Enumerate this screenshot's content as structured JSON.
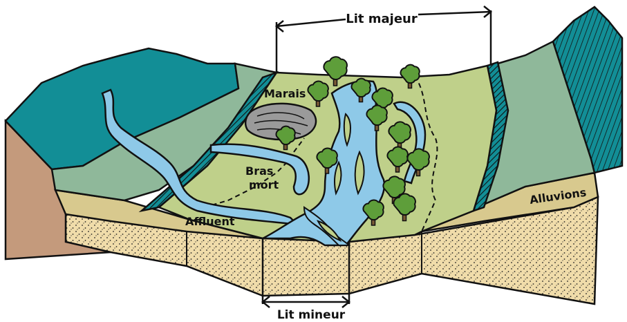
{
  "labels": {
    "lit_majeur": "Lit majeur",
    "lit_mineur": "Lit mineur",
    "marais": "Marais",
    "bras_mort_line1": "Bras",
    "bras_mort_line2": "mort",
    "affluent": "Affluent",
    "alluvions": "Alluvions"
  },
  "colors": {
    "outline": "#111111",
    "water": "#8ec9e8",
    "floodplain": "#bfd08a",
    "slope_green": "#8fb89a",
    "slope_teal": "#128e96",
    "alluvium": "#f0dcaa",
    "alluvium_band": "#d8c98e",
    "bedrock_side": "#c49a7c",
    "marsh_gray": "#9a9a9a",
    "tree_green": "#5e9e3a",
    "trunk": "#7a5a36"
  }
}
